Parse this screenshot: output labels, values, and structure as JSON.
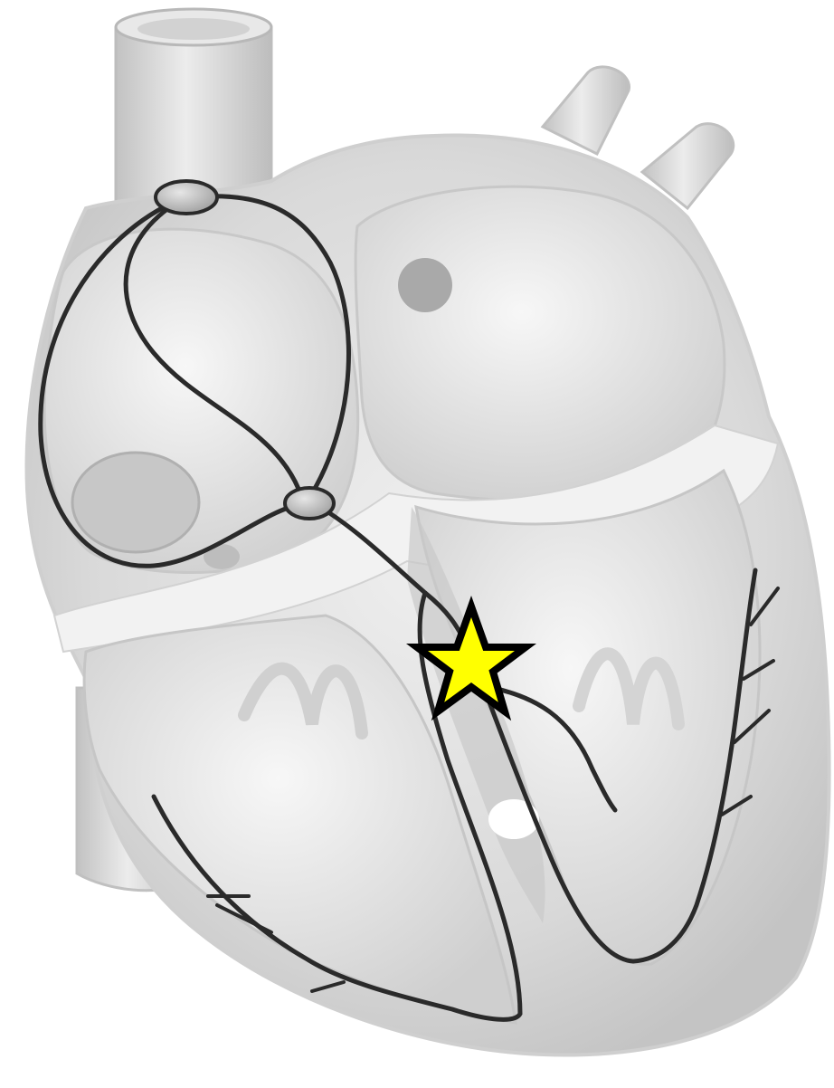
{
  "diagram": {
    "subject": "heart-conduction-system",
    "labels": [],
    "colors": {
      "background": "#ffffff",
      "heart_tissue": "#d6d6d6",
      "chamber_fill": "#e4e4e4",
      "vessel_fill": "#cfcfcf",
      "node_fill": "#bdbdbd",
      "pathway": "#2a2a2a",
      "marker_fill": "#ffff00",
      "marker_stroke": "#000000"
    },
    "structures": [
      "superior-vena-cava",
      "inferior-vena-cava",
      "aorta",
      "pulmonary-trunk",
      "right-atrium",
      "left-atrium",
      "right-ventricle",
      "left-ventricle",
      "interventricular-septum",
      "sinoatrial-node",
      "atrioventricular-node",
      "internodal-pathways",
      "bundle-of-his",
      "right-bundle-branch",
      "left-bundle-branch",
      "purkinje-fibers"
    ],
    "marker": {
      "shape": "star",
      "marks": "bundle-of-his"
    }
  }
}
